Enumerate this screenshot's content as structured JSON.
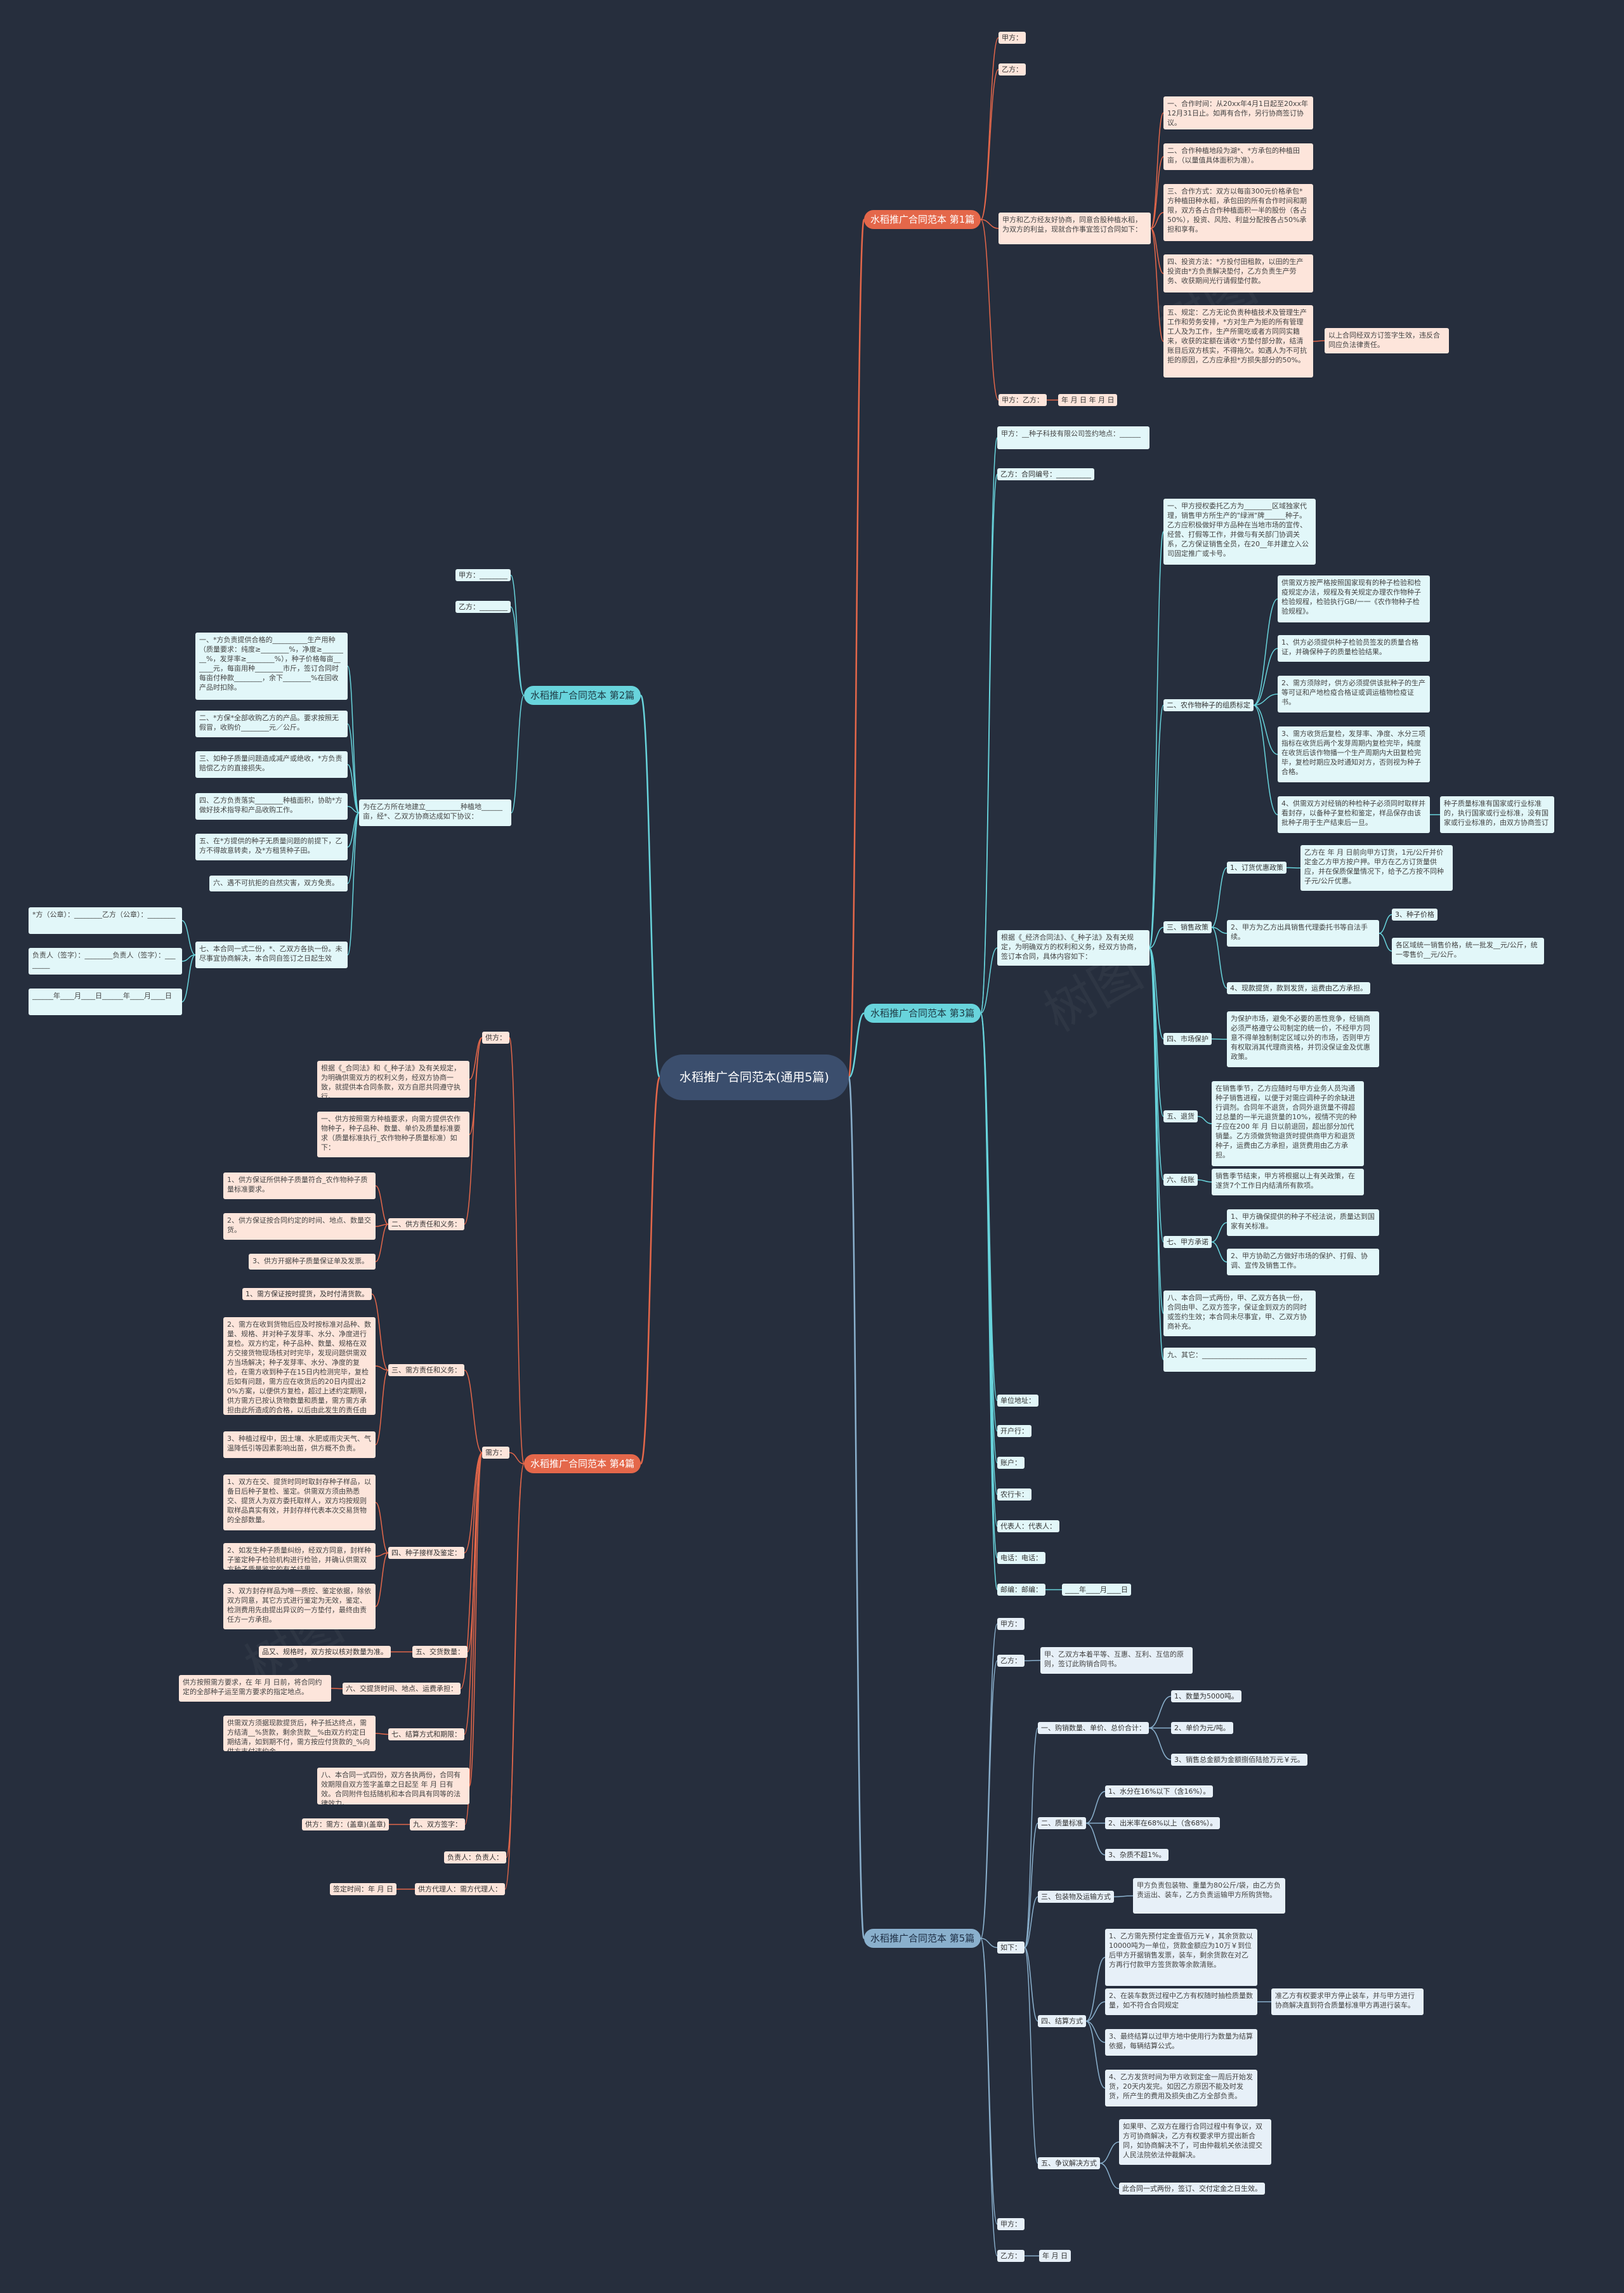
{
  "root": "水稻推广合同范本(通用5篇)",
  "branches": [
    {
      "id": "b1",
      "label": "水稻推广合同范本 第1篇"
    },
    {
      "id": "b2",
      "label": "水稻推广合同范本 第2篇"
    },
    {
      "id": "b3",
      "label": "水稻推广合同范本 第3篇"
    },
    {
      "id": "b4",
      "label": "水稻推广合同范本 第4篇"
    },
    {
      "id": "b5",
      "label": "水稻推广合同范本 第5篇"
    }
  ],
  "nodes": {
    "n1_1": "甲方：",
    "n1_2": "乙方：",
    "n1_3": "甲方和乙方经友好协商，同意合股种植水稻，为双方的利益，现就合作事宜签订合同如下：",
    "n1_3a": "一、合作时间：从20xx年4月1日起至20xx年12月31日止。如再有合作，另行协商签订协议。",
    "n1_3b": "二、合作种植地段为湖*、*方承包的种植田亩，（以量值具体面积为准）。",
    "n1_3c": "三、合作方式：双方以每亩300元价格承包*方种植田种水稻，承包田的所有合作时间和期限，双方各占合作种植面积一半的股份（各占50%），投资、风险、利益分配按各占50%承担和享有。",
    "n1_3d": "四、投资方法：*方投付田租款，以田的生产投资由*方负责解决垫付，乙方负责生产劳务、收获期间光行请假垫付款。",
    "n1_3e": "五、规定：乙方无论负责种植技术及管理生产工作和劳务安排，*方对生产为拒的所有管理工人及为工作，生产所需吃或者方同同实籍来，收获的定额在请收*方垫付部分款，结清账目后双方核实，不得拖欠。如遇人为不可抗拒的原因，乙方应承担*方损失部分的50%。",
    "n1_3f": "以上合同经双方订签字生效，违反合同应负法律责任。",
    "n1_4": "甲方：乙方：",
    "n1_4a": "年 月 日 年 月 日",
    "n2_1": "甲方：________",
    "n2_2": "乙方：________",
    "n2_3": "为在乙方所在地建立__________种植地______亩，经*、乙双方协商达成如下协议：",
    "n2_3a": "一、*方负责提供合格的__________生产用种（质量要求：纯度≥________%，净度≥________%，发芽率≥________%），种子价格每亩______元，每亩用种________市斤，签订合同时每亩付种款________，余下________%在回收产品时扣除。",
    "n2_3b": "二、*方保*全部收购乙方的产品。要求按照无假冒，收购价________元／公斤。",
    "n2_3c": "三、如种子质量问题造成减产或绝收，*方负责赔偿乙方的直接损失。",
    "n2_3d": "四、乙方负责落实________种植面积，协助*方做好技术指导和产品收购工作。",
    "n2_3e": "五、在*方提供的种子无质量问题的前提下，乙方不得故意转卖，及*方租赁种子田。",
    "n2_3f": "六、遇不可抗拒的自然灾害，双方免责。",
    "n2_3g": "七、本合同一式二份，*、乙双方各执一份。未尽事宜协商解决，本合同自签订之日起生效",
    "n2_4": "*方（公章）：________乙方（公章）：________",
    "n2_5": "负责人（签字）：________负责人（签字）：________",
    "n2_6": "______年____月____日______年____月____日",
    "n3_1": "甲方：__种子科技有限公司签约地点：______",
    "n3_2": "乙方：合同编号：__________",
    "n3_3": "根据《_经济合同法》、《_种子法》及有关规定，为明确双方的权利和义务，经双方协商，签订本合同，具体内容如下：",
    "n3_3_1": "一、甲方授权委托乙方为________区域独家代理，销售甲方所生产的\"绿洲\"牌______种子。乙方应积极做好甲方品种在当地市场的宣传、经营、打假等工作，并做与有关部门协调关系，乙方保证销售全员，在20__年并建立入公司固定推广或卡号。",
    "n3_3_2": "二、农作物种子的组质标定",
    "n3_3_2a": "供需双方按严格按照国家现有的种子检验和检疫规定办法，规程及有关规定办理农作物种子检验规程，检验执行GB/一一《农作物种子检验规程》。",
    "n3_3_2b": "1、供方必须提供种子检验员签发的质量合格证，并确保种子的质量检验结果。",
    "n3_3_2c": "2、需方须除时，供方必须提供该批种子的生产等可证和产地检疫合格证或调运植物检疫证书。",
    "n3_3_2d": "3、需方收货后复检，发芽率、净度、水分三项指标在收货后两个发芽周期内复检完毕，純度在收货后该作物播一个生产周期内大田复检完毕，复检时期应及时通知对方，否则视为种子合格。",
    "n3_3_2e": "4、供需双方对经销的种检种子必须同时取样并看封存，以备种子复检和鉴定，样品保存由该批种子用于生产结束后一旦。",
    "n3_3_2f": "种子质量标准有国家或行业标准的，执行国家或行业标准，没有国家或行业标准的，由双方协商签订",
    "n3_3_3": "三、销售政策",
    "n3_3_3a": "1、订货优惠政策",
    "n3_3_3a1": "乙方在 年 月 日前向甲方订货，1元/公斤并价定金乙方甲方按户押。甲方在乙方订货量供应，并在保质保量情况下，给予乙方按不同种子元/公斤优惠。",
    "n3_3_3b": "2、甲方为乙方出具销售代理委托书等自法手续。",
    "n3_3_3b1": "3、种子价格",
    "n3_3_3b2": "各区域统一销售价格，统一批发__元/公斤，统一零售价__元/公斤。",
    "n3_3_3c": "4、现款提货，款到发货，运费由乙方承担。",
    "n3_3_4": "四、市场保护",
    "n3_3_4a": "为保护市场，避免不必要的恶性竞争，经销商必须严格遵守公司制定的统一价，不经甲方同意不得单独制制定区域以外的市场，否则甲方有权取消其代理商资格，并罚没保证金及优惠政策。",
    "n3_3_5": "五、退货",
    "n3_3_5a": "在销售季节，乙方应随时与甲方业务人员沟通种子销售进程，以便于对需应调种子的余缺进行调剂。合同年不退货，合同外退货量不得超过总量的一半元退货量的10%，视情不完的种子应在200 年 月 日以前退回，超出部分加代销量。乙方须做货物退货时提供商甲方和退货种子，运费由乙方承担，退货费用由乙方承担。",
    "n3_3_6": "六、结账",
    "n3_3_6a": "销售季节结束，甲方将根据以上有关政策，在遂货7个工作日内结清所有款项。",
    "n3_3_7": "七、甲方承诺",
    "n3_3_7a": "1、甲方确保提供的种子不经法说，质量达到国家有关标准。",
    "n3_3_7b": "2、甲方协助乙方做好市场的保护、打假、协调、宣传及销售工作。",
    "n3_3_8": "八、本合同一式两份，甲、乙双方各执一份，合同由甲、乙双方签字，保证金到双方的同时或签约生效；本合同未尽事宜，甲、乙双方协商补充。",
    "n3_3_9": "九、其它：______________________________",
    "n3_4": "单位地址：",
    "n3_5": "开户行：",
    "n3_6": "账户：",
    "n3_7": "农行卡：",
    "n3_8": "代表人：代表人：",
    "n3_9": "电话：电话：",
    "n3_10": "邮编：邮编：",
    "n3_10a": "____年____月____日",
    "n4_1": "供方：",
    "n4_2": "根据《_合同法》和《_种子法》及有关规定，为明确供需双方的权利义务，经双方协商一致，就提供本合同条款，双方自愿共同遵守执行。",
    "n4_3": "一、供方按照需方种植要求，向需方提供农作物种子，种子品种、数量、单价及质量标准要求（质量标准执行_农作物种子质量标准）如下：",
    "n4_4": "二、供方责任和义务：",
    "n4_4a": "1、供方保证所供种子质量符合_农作物种子质量标准要求。",
    "n4_4b": "2、供方保证按合同约定的时间、地点、数量交货。",
    "n4_4c": "3、供方开据种子质量保证单及发票。",
    "n4_5": "需方：",
    "n4_6": "三、需方责任和义务：",
    "n4_6a": "1、需方保证按时提货，及时付清货款。",
    "n4_6b": "2、需方在收到货物后应及时按标准对品种、数量、规格、并对种子发芽率、水分、净度进行复检。双方约定，种子品种、数量、规格在双方交接货物现场核对时完毕，发现问题供需双方当场解决；种子发芽率、水分、净度的复检，在需方收到种子在15日内检测完毕，复检后如有问题，需方应在收货后的20日内提出20%方案，以便供方复检，超过上述约定期限，供方需方已按认货物数量和质量，需方需方承担由此所造成的合格，以后由此发生的责任由供方不承担。",
    "n4_6c": "3、种植过程中，因土壤、水肥或雨灾天气、气温降低引等因素影响出苗，供方概不负责。",
    "n4_7": "四、种子接样及鉴定：",
    "n4_7a": "1、双方在交、提货时同时取封存种子样品，以备日后种子复检、鉴定。供需双方须由熟悉交、提货人为双方委托取样人，双方均按规则取样品真实有效，并封存样代表本次交易货物的全部数量。",
    "n4_7b": "2、如发生种子质量纠纷，经双方同意，封样种子鉴定种子检验机构进行检验，并确认供需双方种子质量鉴定的有关结果。",
    "n4_7c": "3、双方封存样品为唯一质控、鉴定依据，除依双方同意，其它方式进行鉴定为无效，鉴定、检测费用先由提出异议的一方垫付，最终由责任方一方承担。",
    "n4_8": "五、交货数量：",
    "n4_8a": "品又、规格时，双方按以核对数量为准。",
    "n4_9": "六、交提货时间、地点、运费承担：",
    "n4_9a": "供方按照需方要求，在 年 月 日前，将合同约定的全部种子运至需方要求的指定地点。",
    "n4_10": "七、结算方式和期限：",
    "n4_10a": "供需双方须据现款提货后，种子抵达终点，需方结清__%货款，剩余货款__%由双方约定日期结清，如到期不付，需方按应付货款的_%向供方支付违约金。",
    "n4_11": "八、本合同一式四份，双方各执两份，合同有效期限自双方签字盖章之日起至 年 月 日有效。合同附件包括随机和本合同具有同等的法律效力。",
    "n4_12": "九、双方签字：",
    "n4_12a": "供方：需方：(盖章)(盖章)",
    "n4_13": "负责人：负责人：",
    "n4_14": "供方代理人：需方代理人：",
    "n4_14a": "签定时间：年 月 日",
    "n5_1": "甲方：",
    "n5_2": "乙方：",
    "n5_2a": "甲、乙双方本着平等、互惠、互利、互信的原则，签订此购销合同书。",
    "n5_3": "如下：",
    "n5_3_1": "一、购销数量、单价、总价合计：",
    "n5_3_1a": "1、数量为5000吨。",
    "n5_3_1b": "2、单价为元/吨。",
    "n5_3_1c": "3、销售总金额为金额捌佰陆拾万元￥元。",
    "n5_3_2": "二、质量标准",
    "n5_3_2a": "1、水分在16%以下（含16%）。",
    "n5_3_2b": "2、出米率在68%以上（含68%）。",
    "n5_3_2c": "3、杂质不超1%。",
    "n5_3_3": "三、包装物及运输方式",
    "n5_3_3a": "甲方负责包装物、重量为80公斤/袋，由乙方负责运出、装车，乙方负责运输甲方所购货物。",
    "n5_3_4": "四、结算方式",
    "n5_3_4a": "1、乙方需先预付定金壹佰万元￥，其余货款以10000吨为一单位，货款金额应为10万￥到位后甲方开据销售发票，装车，剩余货款在对乙方再行付款甲方签货款等余款清账。",
    "n5_3_4b": "2、在装车数货过程中乙方有权随时抽检质量数量，如不符合合同规定",
    "n5_3_4b1": "准乙方有权要求甲方停止装车，并与甲方进行协商解决直到符合质量标准甲方再进行装车。",
    "n5_3_4c": "3、最终结算以过甲方地中使用行为数量为结算依据，每辆结算公式。",
    "n5_3_4d": "4、乙方发货时间为甲方收到定金一周后开始发货，20天内发完。如因乙方原因不能及时发货，所产生的费用及损失由乙方全部负责。",
    "n5_3_5": "五、争议解决方式",
    "n5_3_5a": "如果甲、乙双方在履行合同过程中有争议，双方可协商解决，乙方有权要求甲方提出新合同，如协商解决不了，可由仲裁机关依法提交人民法院依法仲裁解决。",
    "n5_3_5b": "此合同一式两份，签订、交付定金之日生效。",
    "n5_4": "甲方：",
    "n5_5": "乙方：",
    "n5_5a": "年 月 日"
  },
  "colors": {
    "red": "#e4674a",
    "cyan": "#68d4dc",
    "blue": "#8ab0cd",
    "bg": "#262e3d",
    "root": "#3b4e6d"
  }
}
